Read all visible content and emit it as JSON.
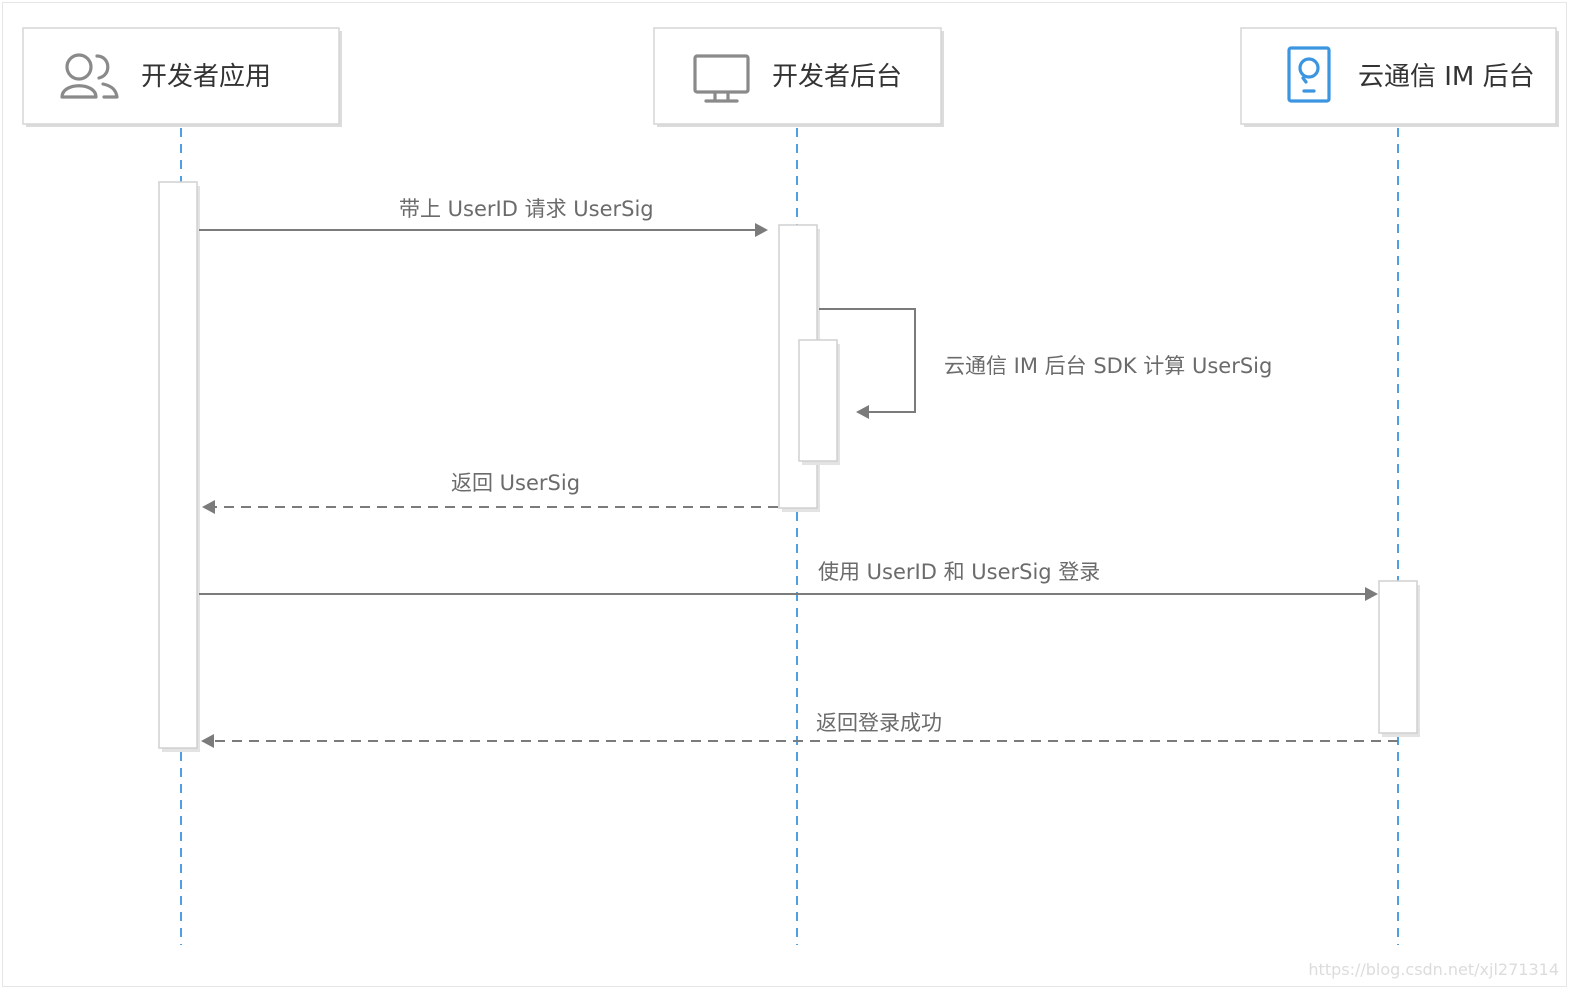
{
  "participants": [
    {
      "id": "app",
      "label": "开发者应用",
      "icon": "users-icon"
    },
    {
      "id": "server",
      "label": "开发者后台",
      "icon": "monitor-icon"
    },
    {
      "id": "im",
      "label": "云通信 IM 后台",
      "icon": "id-badge-icon"
    }
  ],
  "messages": [
    {
      "id": "m1",
      "label": "带上 UserID 请求 UserSig",
      "style": "solid"
    },
    {
      "id": "m2",
      "label": "云通信 IM 后台 SDK 计算 UserSig",
      "style": "solid-self"
    },
    {
      "id": "m3",
      "label": "返回 UserSig",
      "style": "dashed"
    },
    {
      "id": "m4",
      "label": "使用 UserID 和 UserSig 登录",
      "style": "solid"
    },
    {
      "id": "m5",
      "label": "返回登录成功",
      "style": "dashed"
    }
  ],
  "watermark": "https://blog.csdn.net/xjl271314",
  "colors": {
    "lifeline": "#3b95e0",
    "arrow": "#7b7b7b",
    "label": "#6b6b6b",
    "icon_grey": "#8a8a8a",
    "icon_blue": "#3b95e0"
  }
}
